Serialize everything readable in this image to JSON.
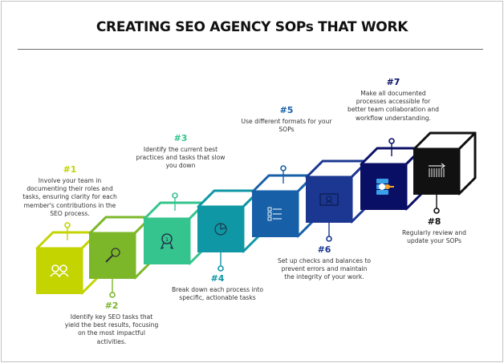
{
  "title": "CREATING SEO AGENCY SOPs THAT WORK",
  "steps": [
    {
      "num": "#1",
      "text": "Involve your team in documenting their roles and tasks, ensuring clarity for each member's contributions in the SEO process.",
      "color": "#c3d400",
      "icon": "team-icon",
      "label_position": "above"
    },
    {
      "num": "#2",
      "text": "Identify key SEO tasks that yield the best results, focusing on the most impactful activities.",
      "color": "#7cb72a",
      "icon": "key-icon",
      "label_position": "below"
    },
    {
      "num": "#3",
      "text": "Identify the current best practices and tasks that slow you down",
      "color": "#35c48e",
      "icon": "award-medal-icon",
      "label_position": "above"
    },
    {
      "num": "#4",
      "text": "Break down each process into specific, actionable tasks",
      "color": "#0f97a5",
      "icon": "pie-chart-icon",
      "label_position": "below"
    },
    {
      "num": "#5",
      "text": "Use different formats for your SOPs",
      "color": "#1760a8",
      "icon": "checklist-icon",
      "label_position": "above"
    },
    {
      "num": "#6",
      "text": "Set up checks and balances to prevent errors and maintain the integrity of your work.",
      "color": "#1b3791",
      "icon": "id-card-icon",
      "label_position": "below"
    },
    {
      "num": "#7",
      "text": "Make all documented processes accessible for better team collaboration and workflow understanding.",
      "color": "#0a0f66",
      "icon": "server-key-icon",
      "label_position": "above"
    },
    {
      "num": "#8",
      "text": "Regularly review and update your SOPs",
      "color": "#111111",
      "icon": "update-arrow-icon",
      "label_position": "below"
    }
  ]
}
